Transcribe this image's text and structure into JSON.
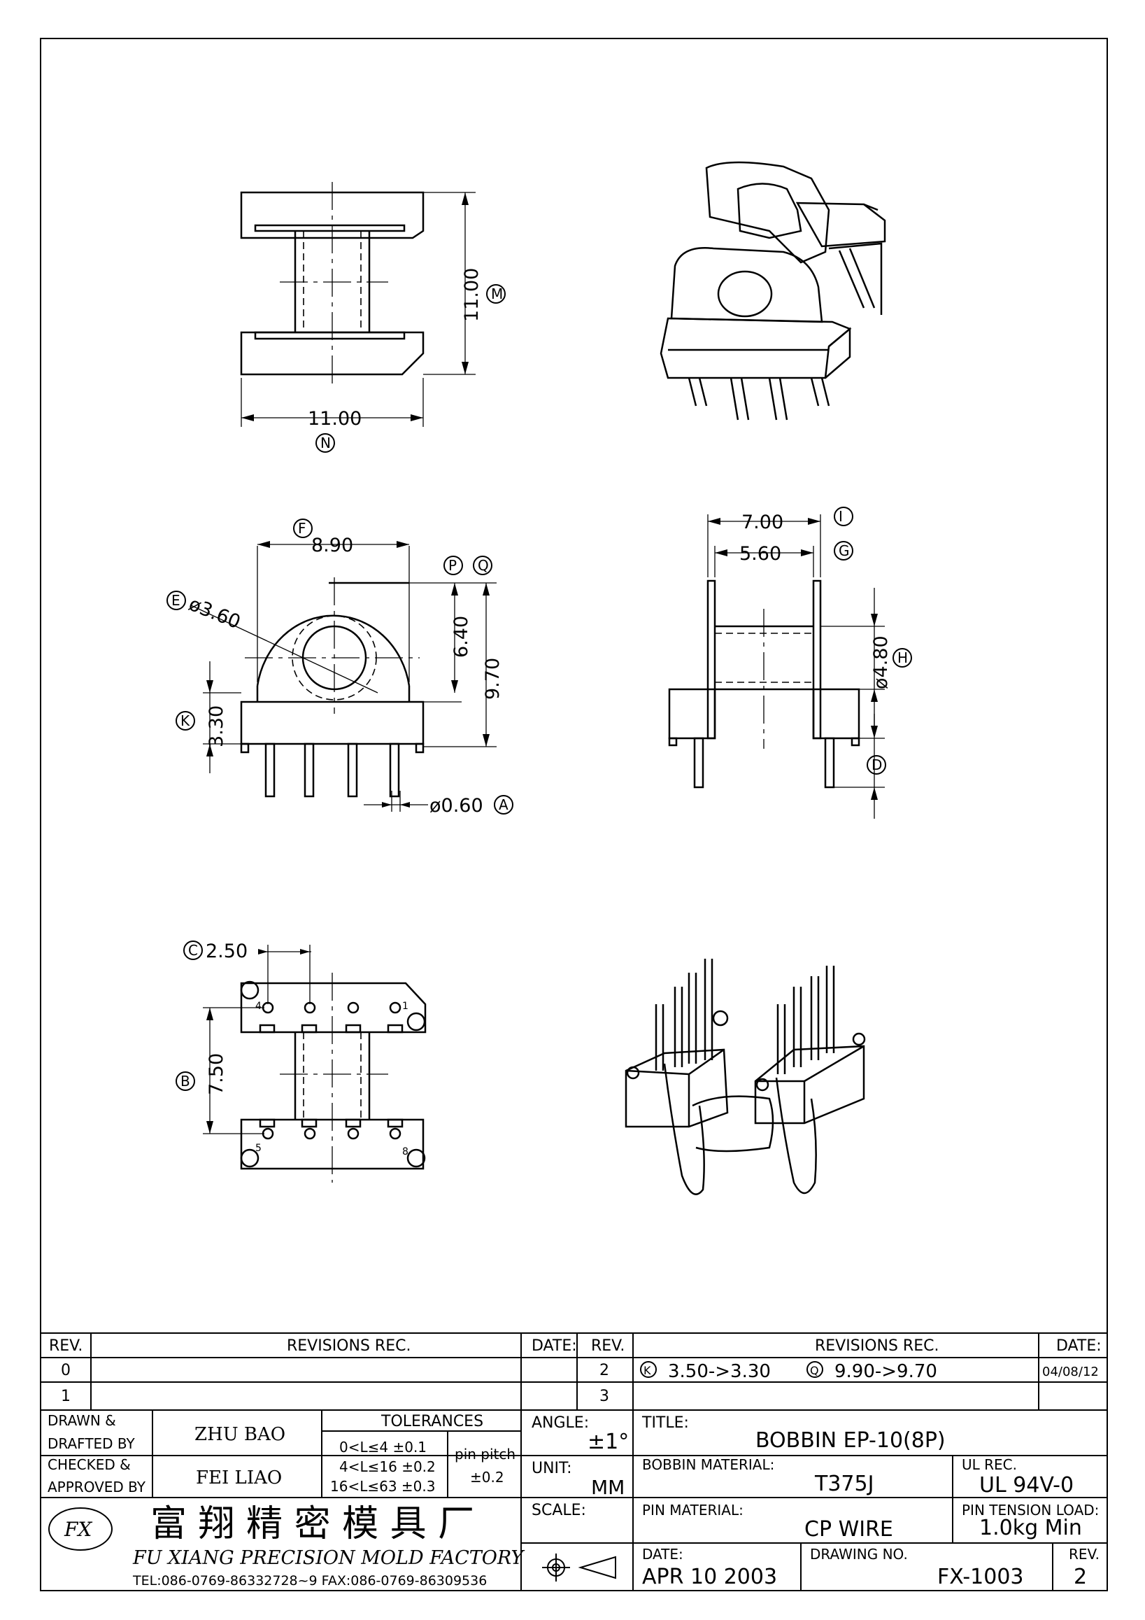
{
  "dimensions": {
    "m_height": "11.00",
    "n_width": "11.00",
    "f_width": "8.90",
    "e_diameter": "ø3.60",
    "p_height": "6.40",
    "q_height": "9.70",
    "k_height": "3.30",
    "a_pin": "ø0.60",
    "i_width": "7.00",
    "g_width": "5.60",
    "h_diameter": "ø4.80",
    "c_pitch": "2.50",
    "b_span": "7.50"
  },
  "markers": {
    "M": "M",
    "N": "N",
    "F": "F",
    "E": "E",
    "P": "P",
    "Q": "Q",
    "K": "K",
    "A": "A",
    "I": "I",
    "G": "G",
    "H": "H",
    "D": "D",
    "C": "C",
    "B": "B"
  },
  "pins": {
    "p1": "1",
    "p4": "4",
    "p5": "5",
    "p8": "8"
  },
  "title_block": {
    "rev_header": "REV.",
    "revisions_header": "REVISIONS   REC.",
    "date_header": "DATE:",
    "rev_header_right": "REV.",
    "revisions_header_right": "REVISIONS   REC.",
    "date_header_right": "DATE:",
    "rows_left": [
      "0",
      "1"
    ],
    "rows_right": [
      "2",
      "3"
    ],
    "revision_2_k": "3.50->3.30",
    "revision_2_q": "9.90->9.70",
    "revision_2_date": "04/08/12",
    "drawn_label_1": "DRAWN  &",
    "drawn_label_2": "DRAFTED BY",
    "drawn_by": "ZHU  BAO",
    "checked_label_1": "CHECKED  &",
    "checked_label_2": "APPROVED BY",
    "checked_by": "FEI LIAO",
    "tolerances_label": "TOLERANCES",
    "tol_1": "0<L≤4   ±0.1",
    "tol_2": "4<L≤16  ±0.2",
    "tol_3": "16<L≤63  ±0.3",
    "pin_pitch_label": "pin  pitch",
    "pin_pitch_tol": "±0.2",
    "angle_label": "ANGLE:",
    "angle_value": "±1°",
    "unit_label": "UNIT:",
    "unit_value": "MM",
    "scale_label": "SCALE:",
    "title_label": "TITLE:",
    "title_value": "BOBBIN  EP-10(8P)",
    "bobbin_material_label": "BOBBIN  MATERIAL:",
    "bobbin_material_value": "T375J",
    "ul_label": "UL  REC.",
    "ul_value": "UL  94V-0",
    "pin_material_label": "PIN  MATERIAL:",
    "pin_material_value": "CP  WIRE",
    "pin_tension_label": "PIN  TENSION  LOAD:",
    "pin_tension_value": "1.0kg  Min",
    "date_label": "DATE:",
    "date_value": "APR  10    2003",
    "drawing_no_label": "DRAWING  NO.",
    "drawing_no_value": "FX-1003",
    "rev_label": "REV.",
    "rev_value": "2",
    "company_cn": "富 翔 精 密 模 具 厂",
    "company_en": "FU  XIANG  PRECISION  MOLD  FACTORY",
    "company_contact": "TEL:086-0769-86332728~9   FAX:086-0769-86309536",
    "logo_text": "FX"
  }
}
